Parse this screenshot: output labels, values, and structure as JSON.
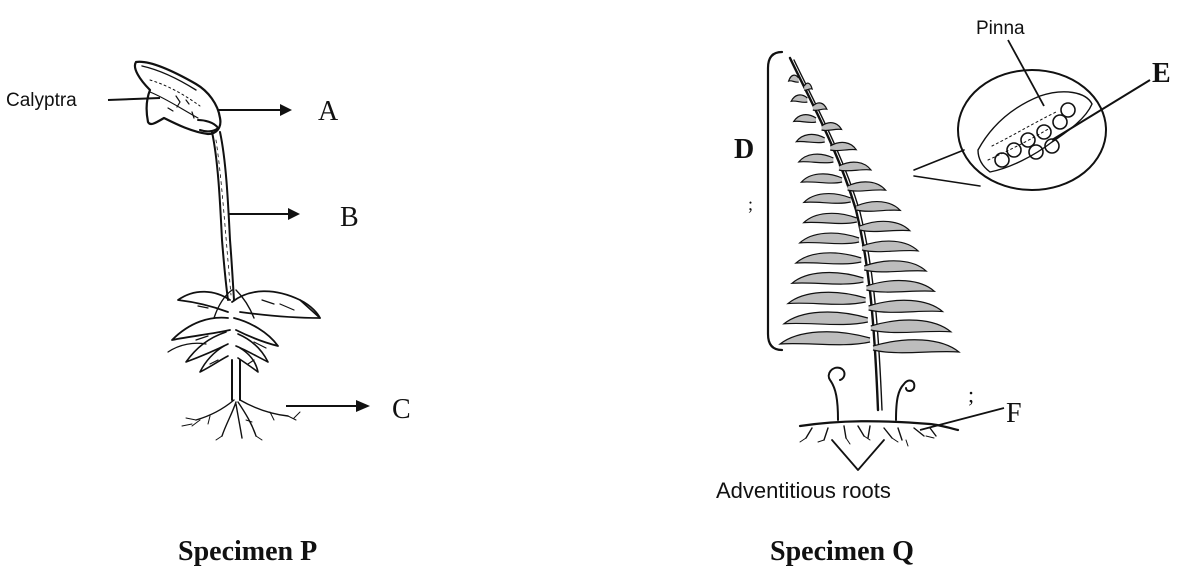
{
  "specimen_p": {
    "caption": "Specimen P",
    "labels": {
      "calyptra": "Calyptra",
      "a": "A",
      "b": "B",
      "c": "C"
    }
  },
  "specimen_q": {
    "caption": "Specimen Q",
    "labels": {
      "pinna": "Pinna",
      "d": "D",
      "e": "E",
      "f": "F",
      "adventitious_roots": "Adventitious roots"
    }
  }
}
